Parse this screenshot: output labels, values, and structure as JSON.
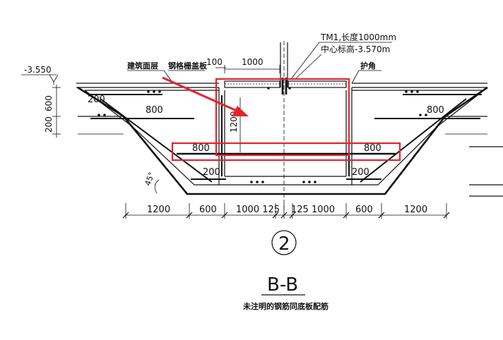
{
  "labels": {
    "elev_left": "-3.550",
    "dim_left_600": "600",
    "dim_left_200": "200",
    "finish_layer": "建筑面层",
    "grating_cover": "钢格栅盖板",
    "dim_100": "100",
    "dim_top_1000": "1000",
    "tm1": "TM1,长度1000mm",
    "center_elev": "中心标高-3.570m",
    "corner_guard": "护角",
    "slab_200_left": "200",
    "span_800_left_top": "800",
    "span_800_right_top": "800",
    "depth_1200": "1200",
    "span_800_left_bottom": "800",
    "span_800_right_bottom": "800",
    "bottom_200_left": "200",
    "bottom_200_right": "200",
    "angle_45": "45°",
    "callout_number": "2",
    "section_title": "B-B",
    "note": "未注明的钢筋同底板配筋"
  },
  "bottom_dimensions": [
    "1200",
    "600",
    "1000 125",
    "125 1000",
    "600",
    "1200"
  ]
}
